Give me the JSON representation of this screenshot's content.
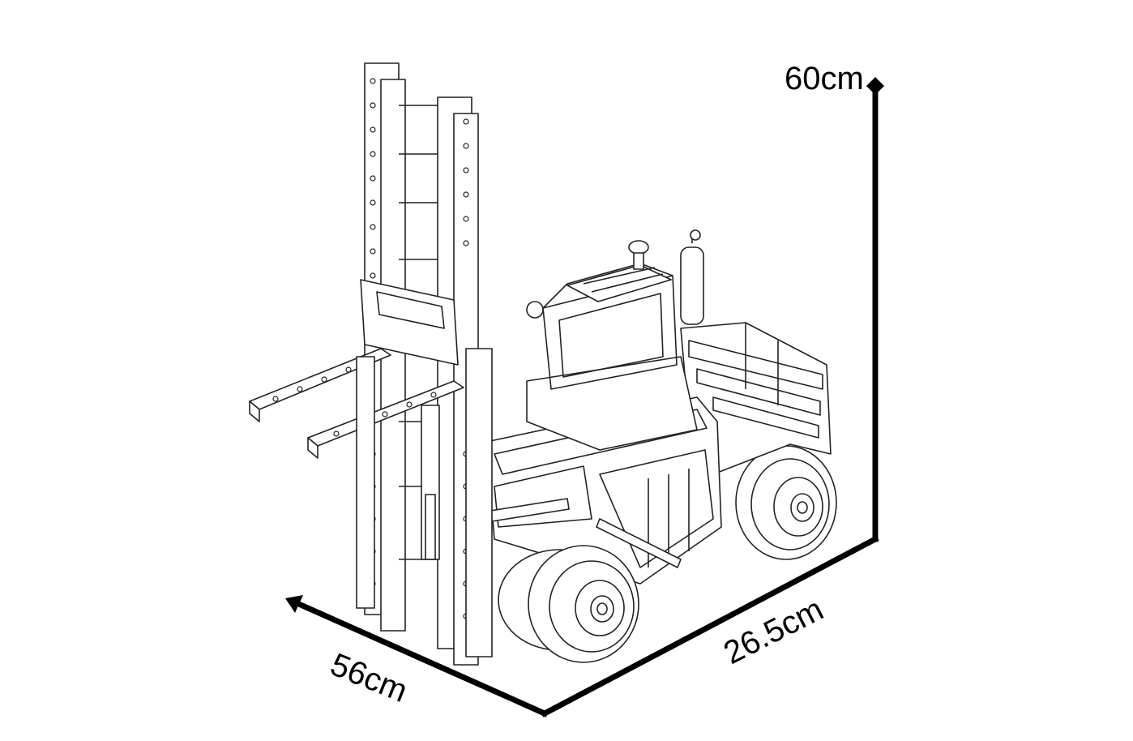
{
  "dimensions": {
    "height_label": "60cm",
    "length_label": "26.5cm",
    "width_label": "56cm"
  },
  "colors": {
    "line": "#000000",
    "drawing": "#222222",
    "background": "#ffffff"
  },
  "icons": {
    "height_arrow_head": "diamond-arrowhead",
    "width_arrow_head": "arrowhead"
  }
}
